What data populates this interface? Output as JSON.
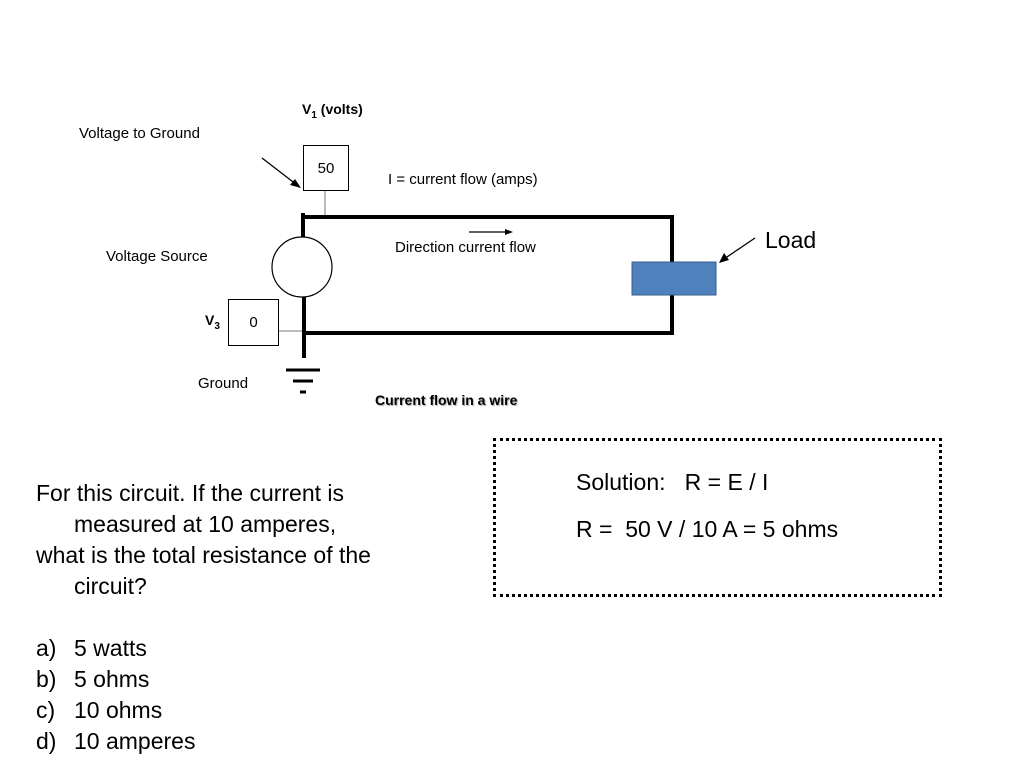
{
  "diagram": {
    "v1_label_main": "V",
    "v1_label_sub": "1",
    "v1_label_unit": " (volts)",
    "voltage_to_ground": "Voltage to Ground",
    "v1_value": "50",
    "current_flow_label": "I = current flow (amps)",
    "direction_label": "Direction current flow",
    "load_label": "Load",
    "voltage_source_label": "Voltage Source",
    "v3_label_main": "V",
    "v3_label_sub": "3",
    "v3_value": "0",
    "ground_label": "Ground",
    "caption": "Current flow in a wire",
    "load_color": "#4f81bd"
  },
  "solution": {
    "line1": "Solution:   R = E / I",
    "line2": "R =  50 V / 10 A = 5 ohms"
  },
  "question": {
    "line1": "For this circuit. If the current is",
    "line2": "measured at 10 amperes,",
    "line3": "what is the total resistance of the",
    "line4": "circuit?",
    "options": [
      {
        "letter": "a)",
        "text": "5 watts"
      },
      {
        "letter": "b)",
        "text": "5 ohms"
      },
      {
        "letter": "c)",
        "text": "10 ohms"
      },
      {
        "letter": "d)",
        "text": "10 amperes"
      }
    ]
  }
}
